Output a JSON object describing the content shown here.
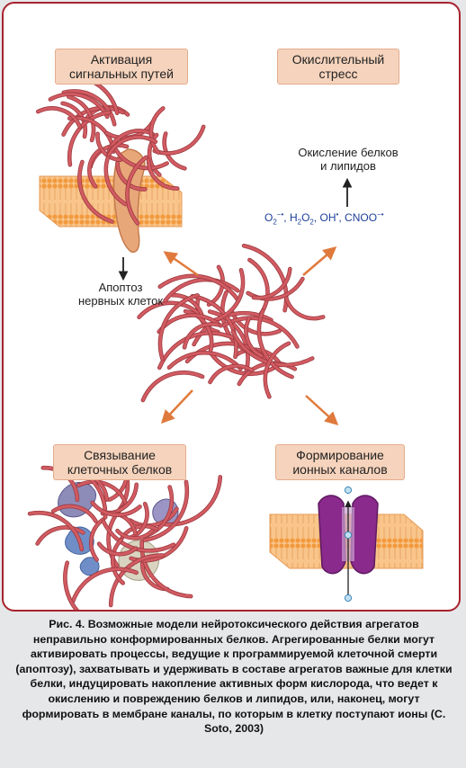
{
  "figure": {
    "boxes": {
      "signaling": "Активация\nсигнальных путей",
      "oxidative": "Окислительный\nстресс",
      "binding": "Связывание\nклеточных белков",
      "channels": "Формирование\nионных каналов"
    },
    "notes": {
      "apoptosis": "Апоптоз\nнервных клеток",
      "oxidation": "Окисление белков\nи липидов"
    },
    "species": {
      "superoxide": {
        "base": "O",
        "sub": "2",
        "sup": "−•"
      },
      "peroxide": {
        "parts": [
          "H",
          "2",
          "O",
          "2"
        ]
      },
      "hydroxyl": {
        "base": "OH",
        "sup": "•"
      },
      "peroxynitrite": {
        "base": "CNOO",
        "sup": "−•"
      },
      "separator": ", "
    },
    "colors": {
      "frame": "#a8232e",
      "box_fill": "#f6d3bc",
      "fiber": "#d25b62",
      "arrow": "#e07a3c",
      "membrane": "#f7b870",
      "channel": "#8a2a8c",
      "chem_text": "#1d3f9a"
    }
  },
  "caption": {
    "label": "Рис. 4.",
    "text": "Возможные модели нейротоксического действия агрегатов неправильно конформированных белков. Агрегированные белки могут активировать процессы, ведущие к программируемой клеточной смерти (апоптозу), захватывать и удерживать в составе агрегатов важные для клетки белки, индуцировать накопление активных форм кислорода, что ведет к окислению и повреждению белков и липидов, или, наконец, могут формировать в мембране каналы, по которым в клетку поступают ионы (C. Soto, 2003)"
  }
}
